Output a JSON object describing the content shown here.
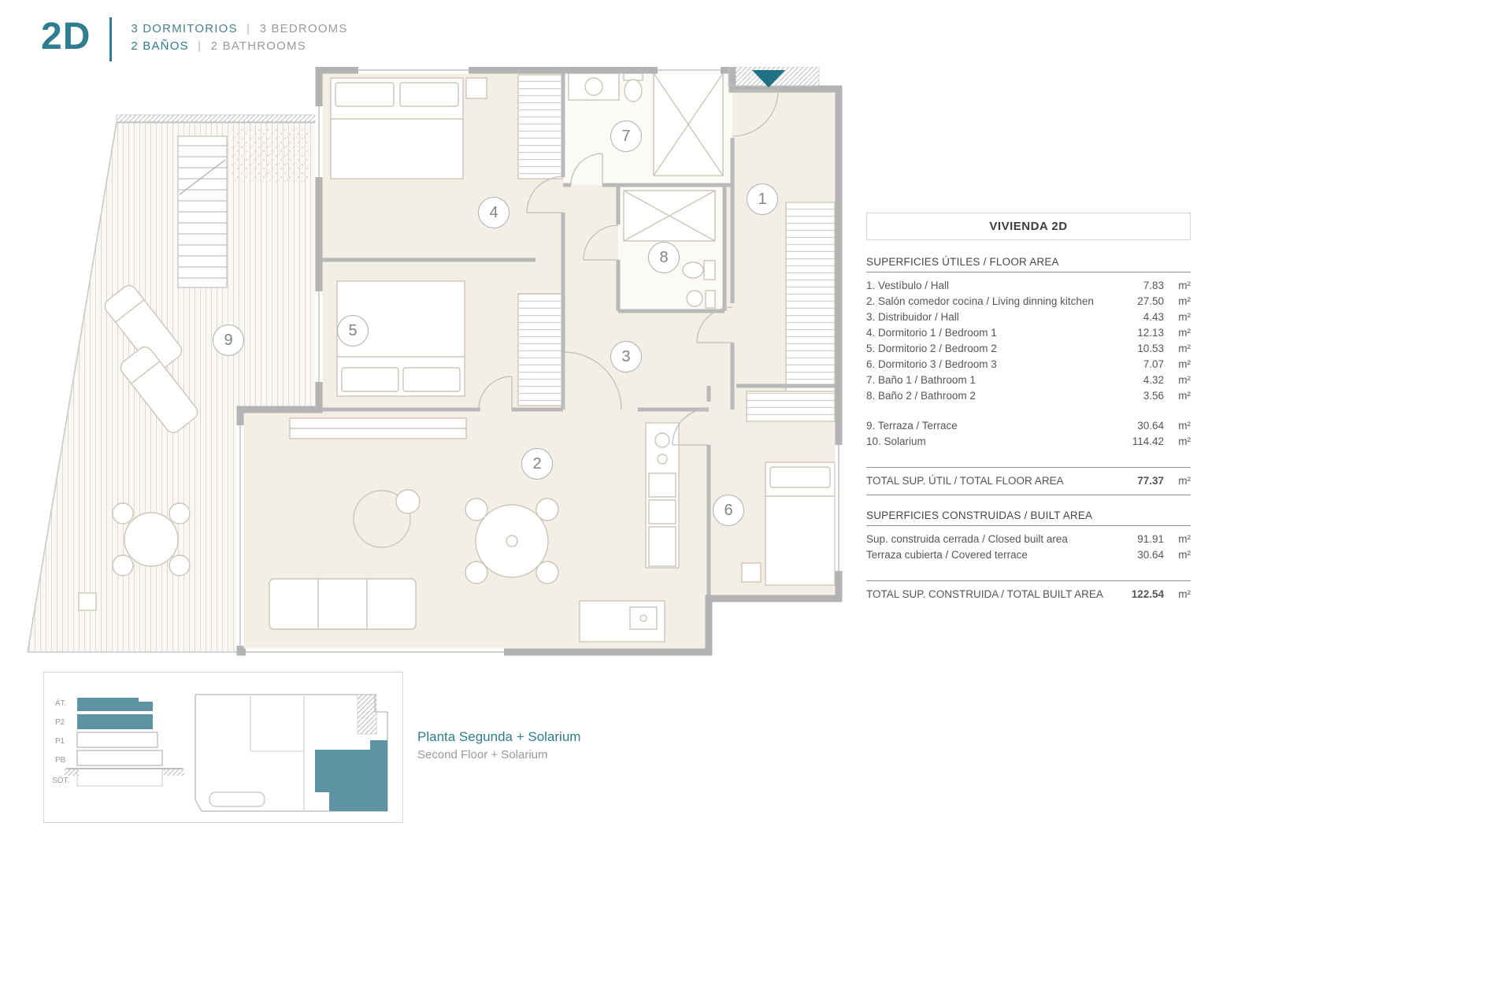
{
  "header": {
    "unit": "2D",
    "line1_es": "3 DORMITORIOS",
    "line1_en": "3 BEDROOMS",
    "line2_es": "2 BAÑOS",
    "line2_en": "2 BATHROOMS",
    "sep": "|"
  },
  "plan": {
    "room_numbers": [
      "1",
      "2",
      "3",
      "4",
      "5",
      "6",
      "7",
      "8",
      "9"
    ]
  },
  "table": {
    "title": "VIVIENDA 2D",
    "floor_heading": "SUPERFICIES ÚTILES / FLOOR AREA",
    "rows": [
      {
        "label": "1. Vestíbulo / Hall",
        "value": "7.83",
        "unit": "m²"
      },
      {
        "label": "2. Salón comedor cocina / Living dinning kitchen",
        "value": "27.50",
        "unit": "m²"
      },
      {
        "label": "3. Distribuidor / Hall",
        "value": "4.43",
        "unit": "m²"
      },
      {
        "label": "4. Dormitorio 1 / Bedroom 1",
        "value": "12.13",
        "unit": "m²"
      },
      {
        "label": "5. Dormitorio 2 / Bedroom 2",
        "value": "10.53",
        "unit": "m²"
      },
      {
        "label": "6. Dormitorio 3 / Bedroom 3",
        "value": "7.07",
        "unit": "m²"
      },
      {
        "label": "7. Baño 1 / Bathroom 1",
        "value": "4.32",
        "unit": "m²"
      },
      {
        "label": "8. Baño 2 / Bathroom 2",
        "value": "3.56",
        "unit": "m²"
      }
    ],
    "outdoor_rows": [
      {
        "label": "9. Terraza / Terrace",
        "value": "30.64",
        "unit": "m²"
      },
      {
        "label": "10. Solarium",
        "value": "114.42",
        "unit": "m²"
      }
    ],
    "total_floor": {
      "label": "TOTAL SUP. ÚTIL / TOTAL FLOOR AREA",
      "value": "77.37",
      "unit": "m²"
    },
    "built_heading": "SUPERFICIES CONSTRUIDAS / BUILT AREA",
    "built_rows": [
      {
        "label": "Sup. construida cerrada / Closed built area",
        "value": "91.91",
        "unit": "m²"
      },
      {
        "label": "Terraza cubierta / Covered terrace",
        "value": "30.64",
        "unit": "m²"
      }
    ],
    "total_built": {
      "label": "TOTAL SUP. CONSTRUIDA /  TOTAL BUILT AREA",
      "value": "122.54",
      "unit": "m²"
    }
  },
  "key_plan": {
    "levels": [
      "ÁT.",
      "P2",
      "P1",
      "PB",
      "SÓT."
    ]
  },
  "caption": {
    "es": "Planta Segunda + Solarium",
    "en": "Second Floor + Solarium"
  },
  "colors": {
    "teal": "#2f7d90",
    "teal_light": "#5e93a4"
  }
}
